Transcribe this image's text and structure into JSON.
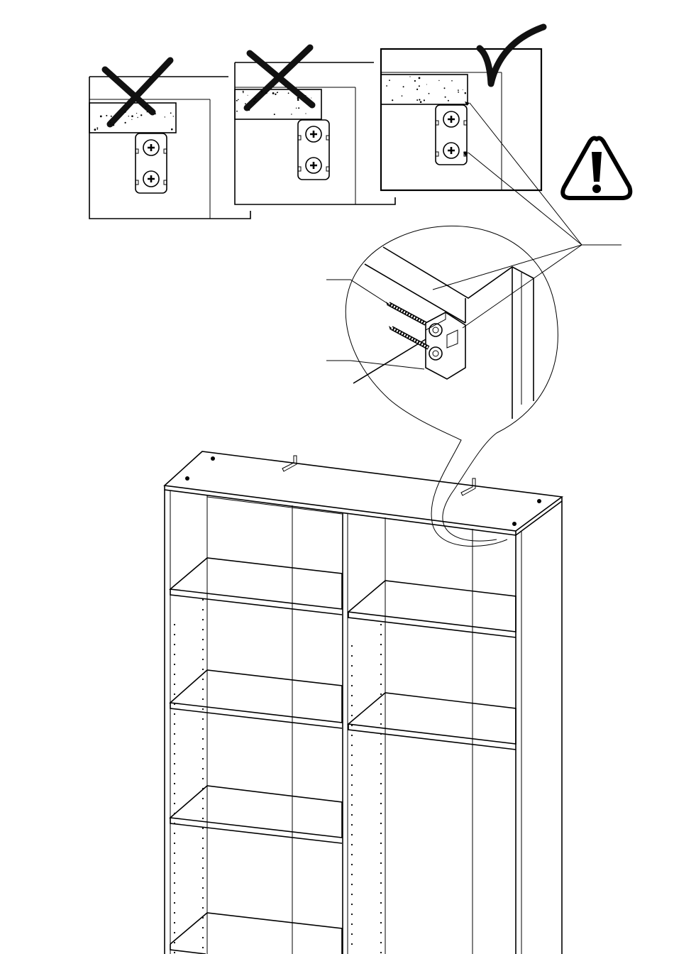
{
  "panels": [
    {
      "verdict": "incorrect",
      "mark": "cross-mark"
    },
    {
      "verdict": "incorrect",
      "mark": "cross-mark"
    },
    {
      "verdict": "correct",
      "mark": "check-mark"
    }
  ],
  "icons": {
    "warning": "warning-triangle-icon",
    "screw": "screw-icon",
    "bracket": "wall-bracket-icon"
  },
  "colors": {
    "line": "#000000",
    "background": "#ffffff"
  }
}
